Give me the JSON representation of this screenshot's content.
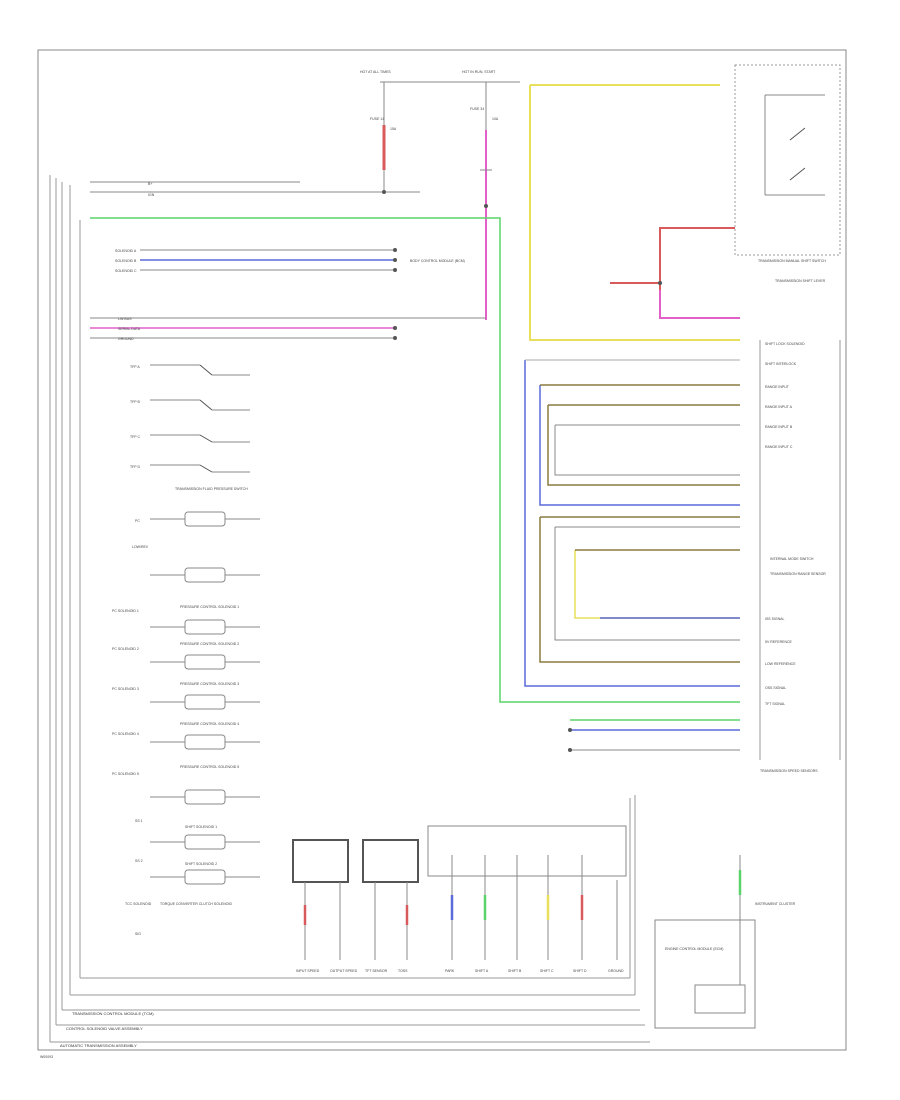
{
  "diagram": {
    "footer": {
      "assembly": "AUTOMATIC TRANSMISSION ASSEMBLY",
      "valve_body": "CONTROL SOLENOID VALVE ASSEMBLY",
      "module": "TRANSMISSION CONTROL MODULE (TCM)",
      "corner": "W00093"
    },
    "fuses": [
      {
        "label": "HOT AT ALL TIMES",
        "fuse": "FUSE 14",
        "amps": "15A"
      },
      {
        "label": "HOT IN RUN, START",
        "fuse": "FUSE 34",
        "amps": "10A"
      }
    ],
    "left_labels": [
      "B+",
      "IGN",
      "SOLENOID A",
      "SOLENOID B",
      "SOLENOID C",
      "LIN BUS",
      "SERIAL DATA",
      "GROUND",
      "TFP A",
      "TFP B",
      "TFP C",
      "TFP D",
      "PC",
      "LOW/REV",
      "PC SOLENOID 1",
      "PC SOLENOID 2",
      "PC SOLENOID 3",
      "PC SOLENOID 4",
      "PC SOLENOID 5",
      "SS 1",
      "SS 2",
      "TCC SOLENOID",
      "SIG"
    ],
    "component_boxes": [
      "TRANSMISSION FLUID PRESSURE SWITCH",
      "PRESSURE CONTROL SOLENOID 1",
      "PRESSURE CONTROL SOLENOID 2",
      "PRESSURE CONTROL SOLENOID 3",
      "PRESSURE CONTROL SOLENOID 4",
      "PRESSURE CONTROL SOLENOID 5",
      "SHIFT SOLENOID 1",
      "SHIFT SOLENOID 2",
      "TORQUE CONVERTER CLUTCH SOLENOID"
    ],
    "right_labels": [
      "TRANSMISSION MANUAL SHIFT SWITCH",
      "TRANSMISSION SHIFT LEVER",
      "SHIFT LOCK SOLENOID",
      "SHIFT INTERLOCK",
      "RANGE INPUT",
      "RANGE INPUT A",
      "RANGE INPUT B",
      "RANGE INPUT C",
      "INTERNAL MODE SWITCH",
      "TRANSMISSION RANGE SENSOR",
      "ISS SIGNAL",
      "5V REFERENCE",
      "LOW REFERENCE",
      "OSS SIGNAL",
      "TFT SIGNAL",
      "TRANSMISSION SPEED SENSORS"
    ],
    "bottom_labels": [
      "INPUT SPEED",
      "OUTPUT SPEED",
      "TFT SENSOR",
      "TOSS",
      "PARK",
      "SHIFT A",
      "SHIFT B",
      "SHIFT C",
      "SHIFT D",
      "GROUND"
    ],
    "module_labels": [
      "BODY CONTROL MODULE (BCM)",
      "ENGINE CONTROL MODULE (ECM)",
      "INSTRUMENT CLUSTER"
    ],
    "colors": {
      "yellow": "#e8e05a",
      "green": "#5ad36a",
      "pink": "#e060c8",
      "blue": "#5a6ad8",
      "red": "#d85a5a",
      "olive": "#8a7a40",
      "gray": "#999999",
      "line": "#666666"
    }
  }
}
